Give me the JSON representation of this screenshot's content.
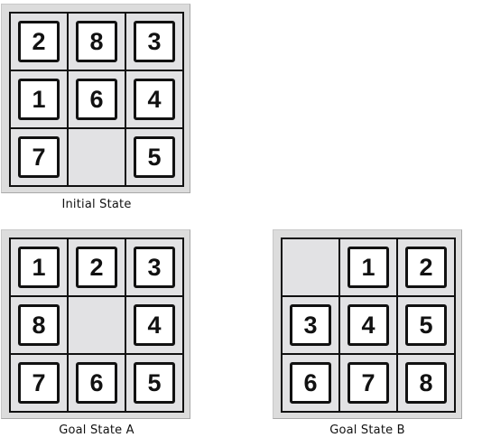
{
  "puzzles": [
    {
      "id": "initial",
      "caption": "Initial State",
      "tiles": [
        "2",
        "8",
        "3",
        "1",
        "6",
        "4",
        "7",
        "",
        "5"
      ]
    },
    {
      "id": "goal-a",
      "caption": "Goal State A",
      "tiles": [
        "1",
        "2",
        "3",
        "8",
        "",
        "4",
        "7",
        "6",
        "5"
      ]
    },
    {
      "id": "goal-b",
      "caption": "Goal State B",
      "tiles": [
        "",
        "1",
        "2",
        "3",
        "4",
        "5",
        "6",
        "7",
        "8"
      ]
    }
  ]
}
